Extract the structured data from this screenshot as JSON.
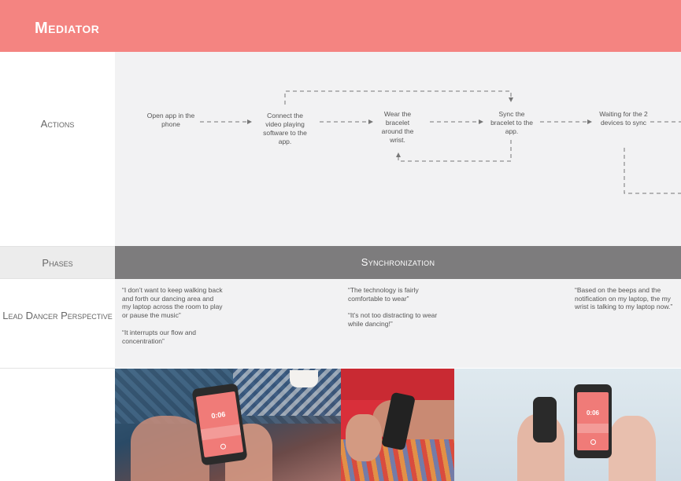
{
  "header": {
    "title": "Mediator"
  },
  "rows": {
    "actions_label": "Actions",
    "phases_label": "Phases",
    "perspective_label": "Lead Dancer Perspective"
  },
  "actions": [
    "Open app in the phone",
    "Connect the video playing software to the app.",
    "Wear the bracelet around the wrist.",
    "Sync the bracelet to the app.",
    "Waiting for the 2 devices to sync"
  ],
  "phases": [
    "Synchronization"
  ],
  "quotes": {
    "col1": [
      "“I don’t want to keep walking back and forth our dancing area and my laptop across the room to play or pause the music”",
      "“It interrupts our flow and concentration”"
    ],
    "col2": [
      "“The technology is fairly comfortable to wear”",
      "“It’s not too distracting to wear while dancing!”"
    ],
    "col3": [
      "“Based on the beeps and the notification on my laptop, the my wrist is talking to my laptop now.”"
    ]
  },
  "photos": {
    "phone_time_1": "0:06",
    "phone_time_2": "0:06"
  },
  "colors": {
    "header": "#f48481",
    "phase_bar": "#7d7c7d",
    "panel": "#f2f2f3",
    "app_screen": "#f07b78"
  }
}
